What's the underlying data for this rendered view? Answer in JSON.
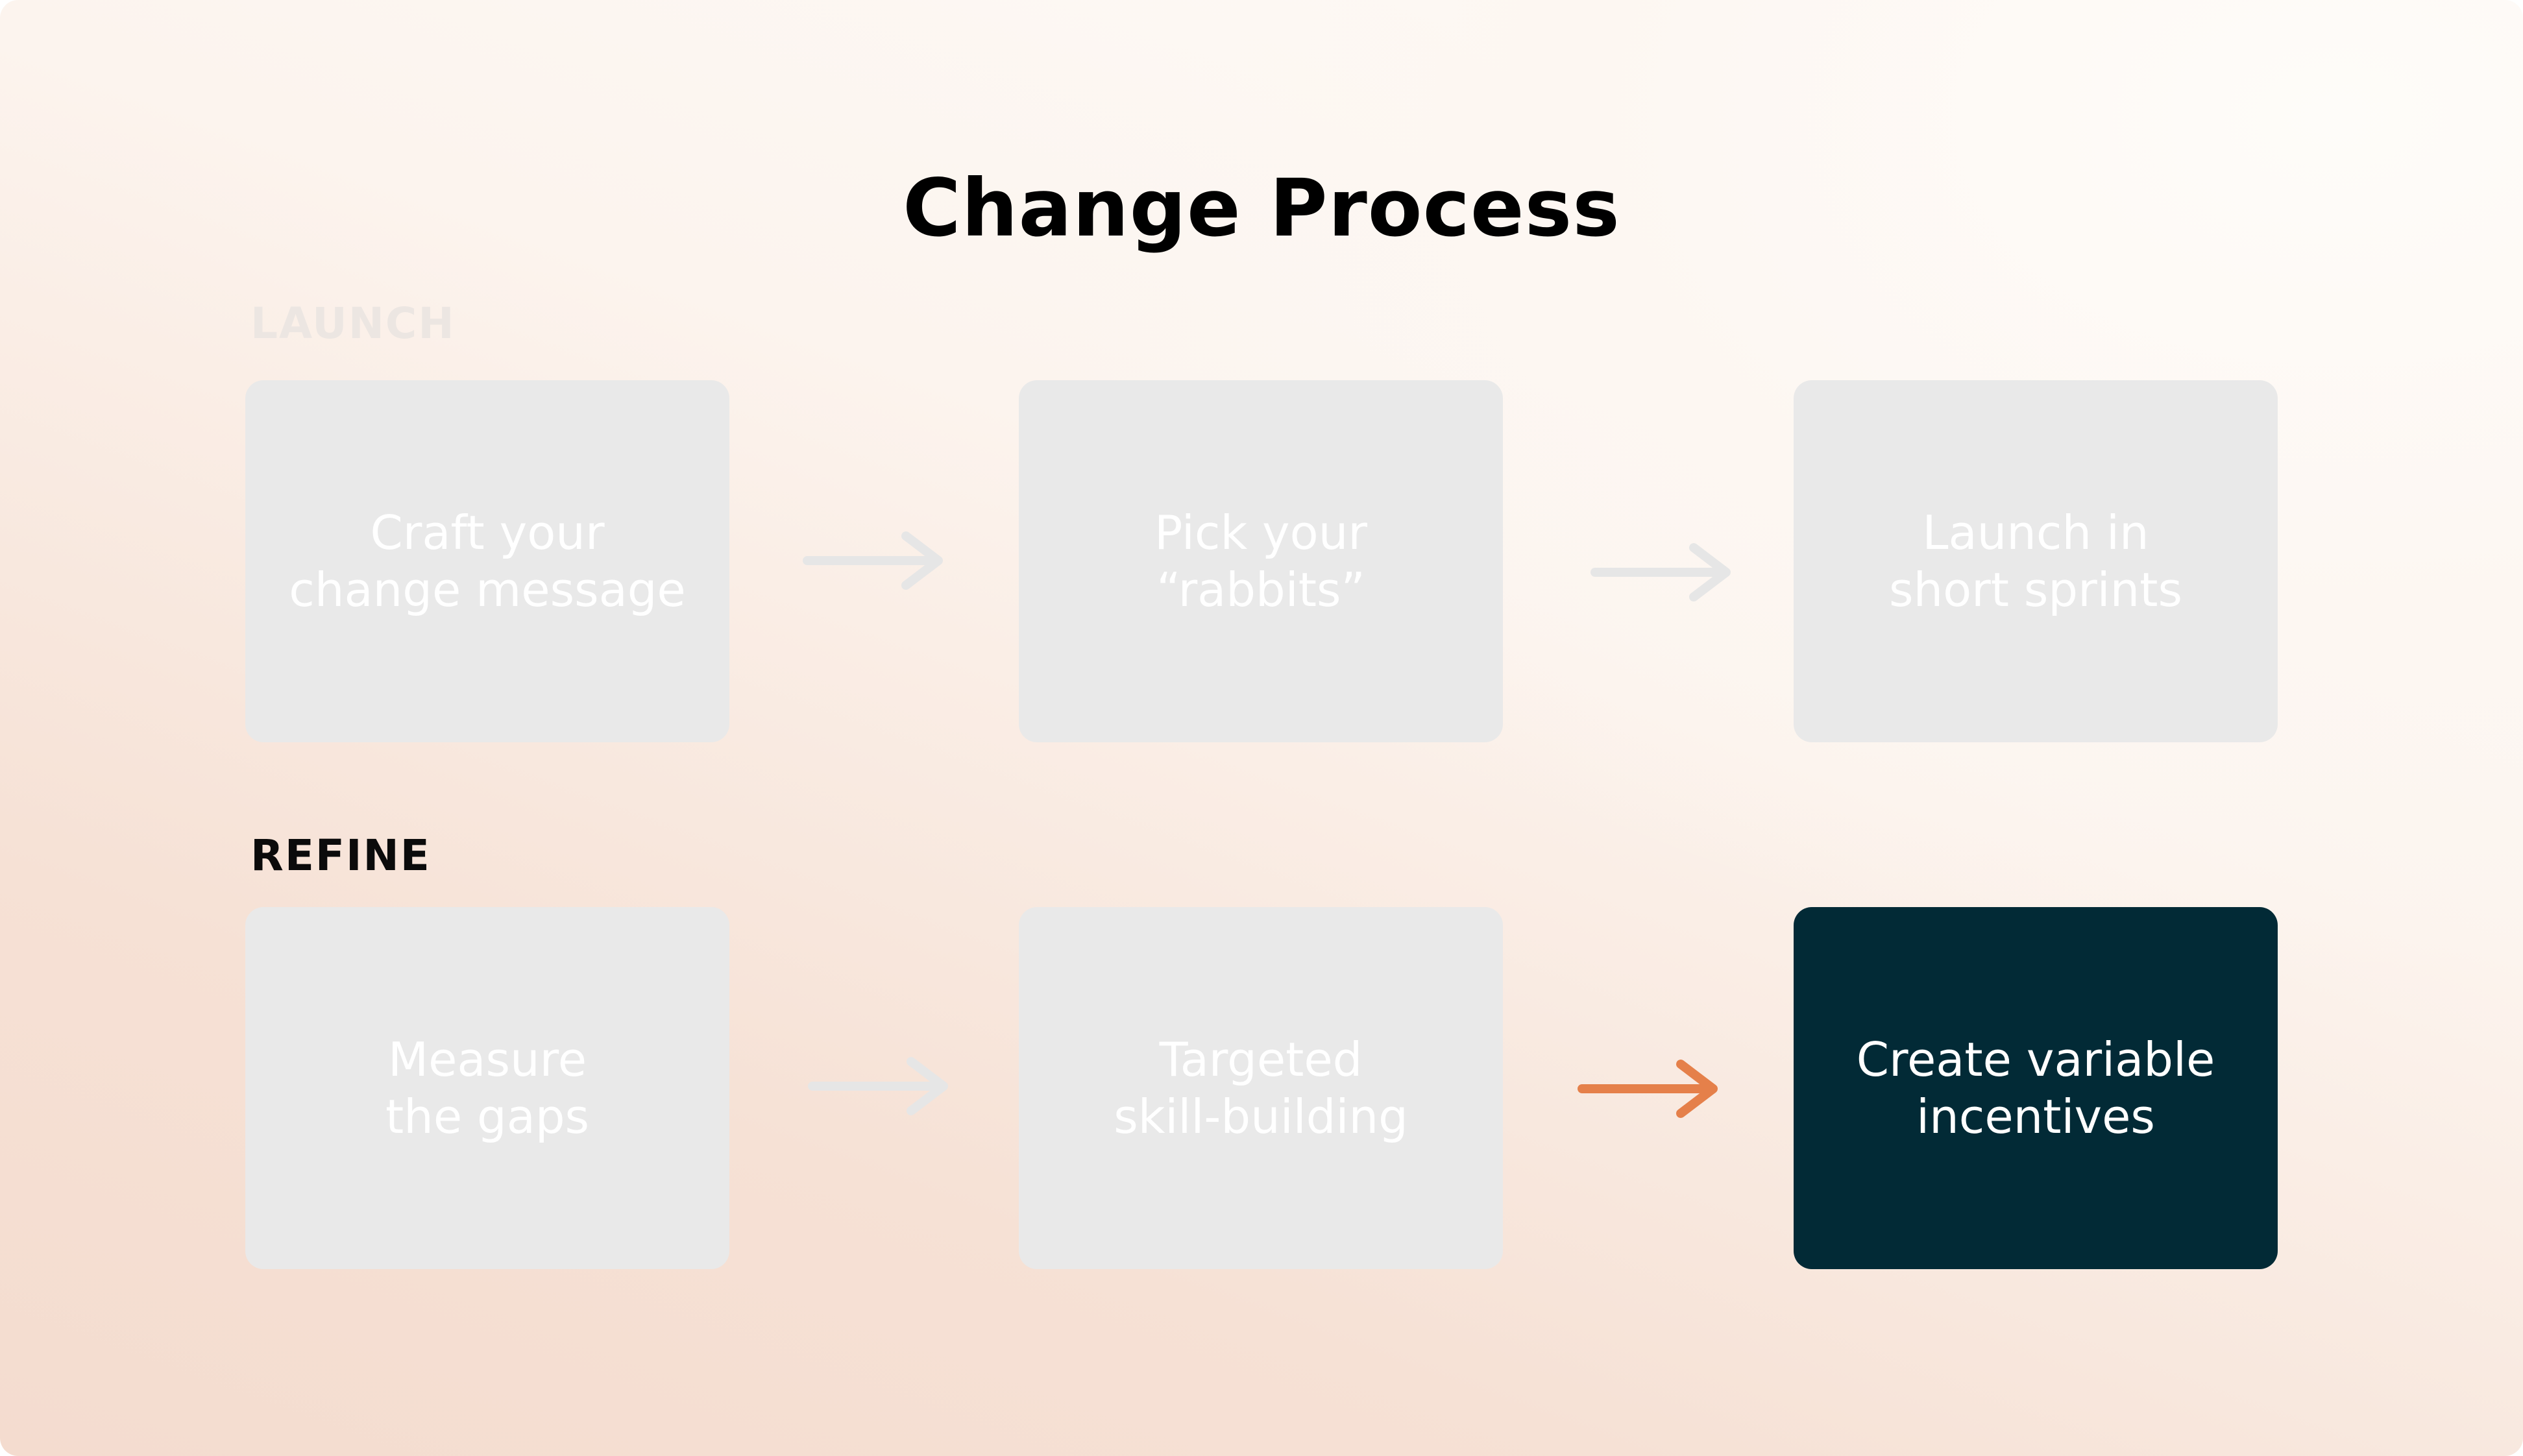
{
  "title": "Change Process",
  "sections": {
    "launch": {
      "label": "LAUNCH",
      "steps": [
        {
          "text": "Craft your\nchange message"
        },
        {
          "text": "Pick your\n“rabbits”"
        },
        {
          "text": "Launch in\nshort sprints"
        }
      ]
    },
    "refine": {
      "label": "REFINE",
      "steps": [
        {
          "text": "Measure\nthe gaps"
        },
        {
          "text": "Targeted\nskill-building"
        },
        {
          "text": "Create variable\nincentives"
        }
      ]
    }
  },
  "colors": {
    "inactive_box": "#e9e9e9",
    "active_box": "#022a36",
    "inactive_arrow": "#e6e6e6",
    "active_arrow": "#e5804a"
  }
}
